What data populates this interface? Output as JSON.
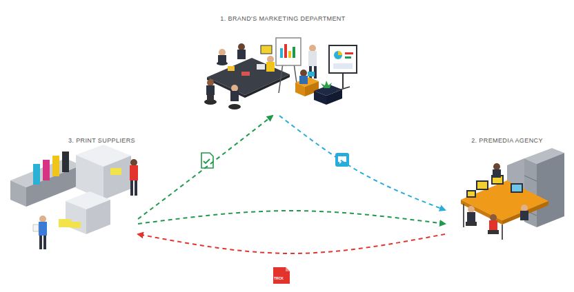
{
  "diagram": {
    "nodes": [
      {
        "text": [
          "1. BRAND'S MARKETING DEPARTMENT"
        ]
      },
      {
        "text": [
          "2. PREMEDIA AGENCY"
        ]
      },
      {
        "text": [
          "3. PRINT SUPPLIERS"
        ]
      }
    ],
    "edges": [
      {
        "from": 2,
        "to": 0,
        "arrow": "to"
      },
      {
        "from": 0,
        "to": 1,
        "arrow": "to"
      },
      {
        "from": 2,
        "to": 1,
        "arrow": "to"
      },
      {
        "from": 1,
        "to": 2,
        "arrow": "to"
      }
    ],
    "labels": [
      "TRCK"
    ]
  }
}
